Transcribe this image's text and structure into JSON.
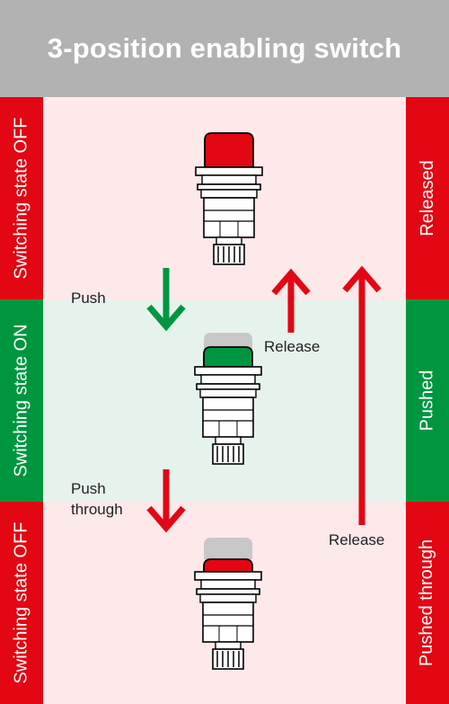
{
  "title": "3-position enabling switch",
  "colors": {
    "header_bg": "#b2b2b2",
    "red": "#e30613",
    "green": "#009640",
    "off_band": "#fde8ea",
    "on_band": "#e6f3ec"
  },
  "left_states": [
    {
      "label": "Switching state OFF",
      "color": "red"
    },
    {
      "label": "Switching state ON",
      "color": "green"
    },
    {
      "label": "Switching state OFF",
      "color": "red"
    }
  ],
  "right_states": [
    {
      "label": "Released",
      "color": "red"
    },
    {
      "label": "Pushed",
      "color": "green"
    },
    {
      "label": "Pushed through",
      "color": "red"
    }
  ],
  "actions": {
    "push": "Push",
    "push_through_line1": "Push",
    "push_through_line2": "through",
    "release_1": "Release",
    "release_2": "Release"
  },
  "icons": {
    "down_arrow_green": "arrow-down-icon",
    "down_arrow_red": "arrow-down-icon",
    "up_arrow": "arrow-up-icon",
    "switch": "enabling-switch-icon"
  }
}
